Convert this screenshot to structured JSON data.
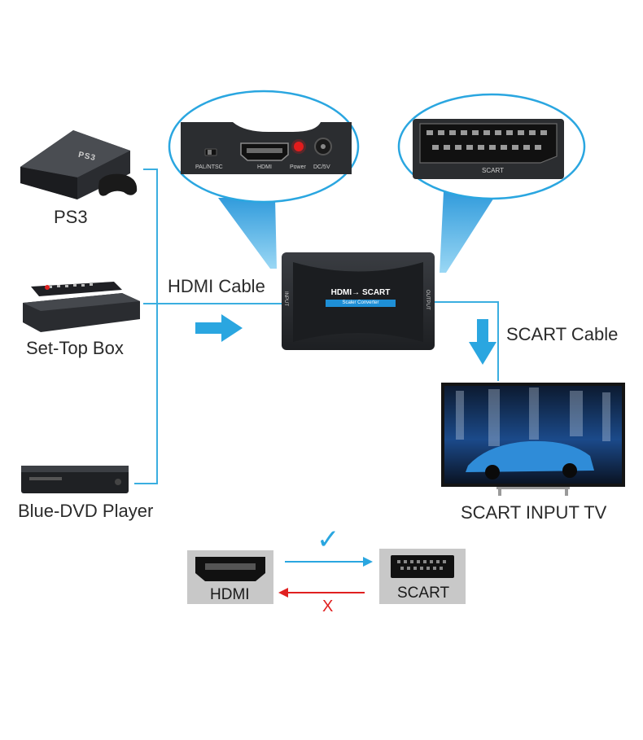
{
  "devices": {
    "ps3": {
      "label": "PS3",
      "logo": "PS3"
    },
    "settop": {
      "label": "Set-Top Box"
    },
    "bluray": {
      "label": "Blue-DVD Player"
    },
    "tv": {
      "label": "SCART INPUT TV"
    }
  },
  "cables": {
    "hdmi": "HDMI Cable",
    "scart": "SCART Cable"
  },
  "converter": {
    "title": "HDMI→ SCART",
    "subtitle": "Scaler Converter",
    "input_side": "INPUT",
    "output_side": "OUTPUT"
  },
  "zoom_left": {
    "switch_label": "PAL/NTSC",
    "hdmi_label": "HDMI",
    "power_label": "Power",
    "dc_label": "DC/5V"
  },
  "zoom_right": {
    "scart_label": "SCART"
  },
  "legend": {
    "hdmi_label": "HDMI",
    "scart_label": "SCART",
    "check_mark": "✓",
    "cross_mark": "X"
  },
  "colors": {
    "accent": "#2aa6e0",
    "line": "#3aaee0",
    "wrong": "#e02020",
    "device_dark": "#2b2d30"
  }
}
